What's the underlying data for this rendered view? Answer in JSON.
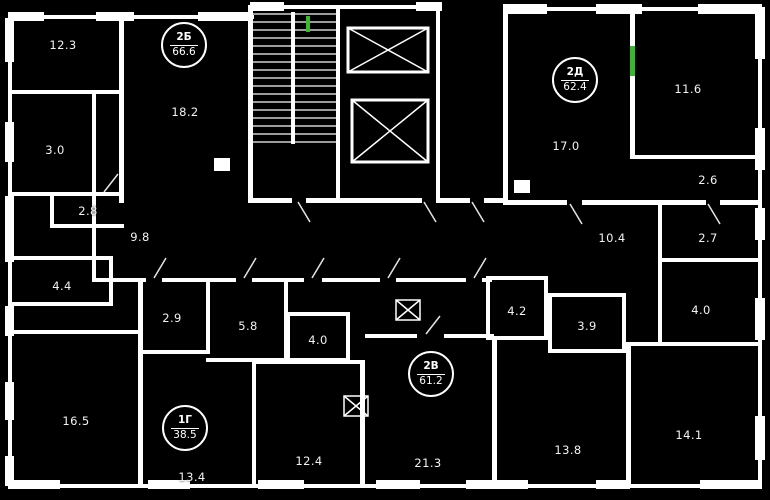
{
  "palette": {
    "background": "#000000",
    "wall": "#ffffff",
    "accent": "#3ab82e",
    "text": "#f2f2f2"
  },
  "apartments": [
    {
      "type": "2Б",
      "area": "66.6"
    },
    {
      "type": "2Д",
      "area": "62.4"
    },
    {
      "type": "1Г",
      "area": "38.5"
    },
    {
      "type": "2В",
      "area": "61.2"
    }
  ],
  "rooms": [
    {
      "area": "12.3"
    },
    {
      "area": "18.2"
    },
    {
      "area": "3.0"
    },
    {
      "area": "2.8"
    },
    {
      "area": "9.8"
    },
    {
      "area": "4.4"
    },
    {
      "area": "16.5"
    },
    {
      "area": "2.9"
    },
    {
      "area": "5.8"
    },
    {
      "area": "13.4"
    },
    {
      "area": "12.4"
    },
    {
      "area": "4.0"
    },
    {
      "area": "21.3"
    },
    {
      "area": "4.2"
    },
    {
      "area": "3.9"
    },
    {
      "area": "13.8"
    },
    {
      "area": "17.0"
    },
    {
      "area": "11.6"
    },
    {
      "area": "2.6"
    },
    {
      "area": "10.4"
    },
    {
      "area": "2.7"
    },
    {
      "area": "4.0"
    },
    {
      "area": "14.1"
    }
  ]
}
